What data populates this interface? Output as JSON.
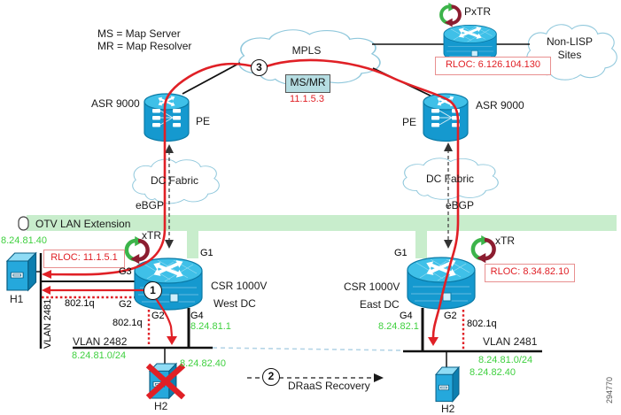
{
  "colors": {
    "accent_red": "#e02026",
    "green_text": "#3fd03f",
    "otv_band_green": "#c8edcc",
    "router_blue": "#1599cf",
    "msmr_fill": "#b5dde2",
    "cloud_stroke": "#90c8dc"
  },
  "legend": {
    "ms": "MS = Map Server",
    "mr": "MR = Map Resolver"
  },
  "clouds": {
    "mpls": "MPLS",
    "non_lisp_line1": "Non-LISP",
    "non_lisp_line2": "Sites",
    "dc_fabric_west": "DC Fabric",
    "dc_fabric_east": "DC Fabric"
  },
  "steps": {
    "s1": "1",
    "s2": "2",
    "s3": "3",
    "draas": "DRaaS Recovery"
  },
  "wan": {
    "pxtr_label": "PxTR",
    "pxtr_rloc": "RLOC: 6.126.104.130",
    "msmr_label": "MS/MR",
    "msmr_ip": "11.1.5.3"
  },
  "pe_west": {
    "model": "ASR 9000",
    "role": "PE"
  },
  "pe_east": {
    "model": "ASR 9000",
    "role": "PE"
  },
  "links": {
    "ebgp_west": "eBGP",
    "ebgp_east": "eBGP",
    "otv": "OTV LAN Extension"
  },
  "dc_west": {
    "model": "CSR 1000V",
    "site": "West DC",
    "xtr": "xTR",
    "rloc": "RLOC: 11.1.5.1",
    "g1": "G1",
    "g2_top": "G2",
    "g2_bottom": "G2",
    "g3": "G3",
    "g4": "G4",
    "g4_ip": "8.24.81.1",
    "dot1q_top": "802.1q",
    "dot1q_bottom": "802.1q",
    "vlan_trunk": "VLAN 2481",
    "vlan_bus": "VLAN 2482",
    "subnet": "8.24.81.0/24",
    "h1_label": "H1",
    "h1_ip": "8.24.81.40",
    "h2_label": "H2",
    "h2_ip": "8.24.82.40"
  },
  "dc_east": {
    "model": "CSR 1000V",
    "site": "East DC",
    "xtr": "xTR",
    "rloc": "RLOC: 8.34.82.10",
    "g1": "G1",
    "g2": "G2",
    "g4": "G4",
    "g4_ip": "8.24.82.1",
    "dot1q": "802.1q",
    "vlan_bus": "VLAN 2481",
    "subnet": "8.24.81.0/24",
    "h2_label": "H2",
    "h2_ip": "8.24.82.40"
  },
  "figure_id": "294770"
}
